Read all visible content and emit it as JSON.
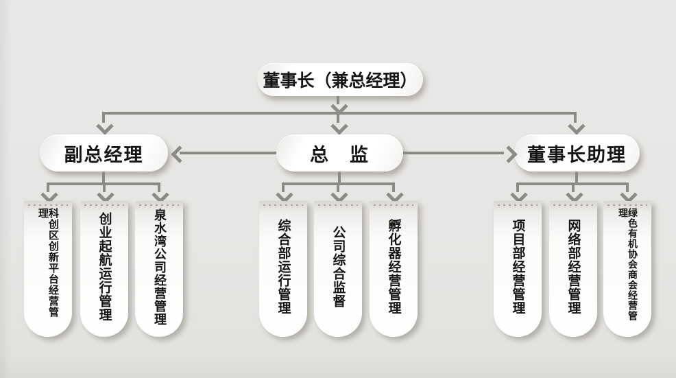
{
  "org": {
    "root": {
      "label": "董事长（兼总经理）"
    },
    "branches": [
      {
        "label": "副总经理",
        "children": [
          "科创区创新平台经营管理",
          "创业起航运行管理",
          "泉水湾公司经营管理"
        ]
      },
      {
        "label": "总　监",
        "children": [
          "综合部运行管理",
          "公司综合监督",
          "孵化器经营管理"
        ]
      },
      {
        "label": "董事长助理",
        "children": [
          "项目部经营管理",
          "网络部经营管理",
          "绿色有机协会商会经营管理"
        ]
      }
    ]
  },
  "colors": {
    "background": "#e7e6e4",
    "connector": "#8b8a87",
    "node_fill": "#ffffff",
    "text": "#171513"
  }
}
